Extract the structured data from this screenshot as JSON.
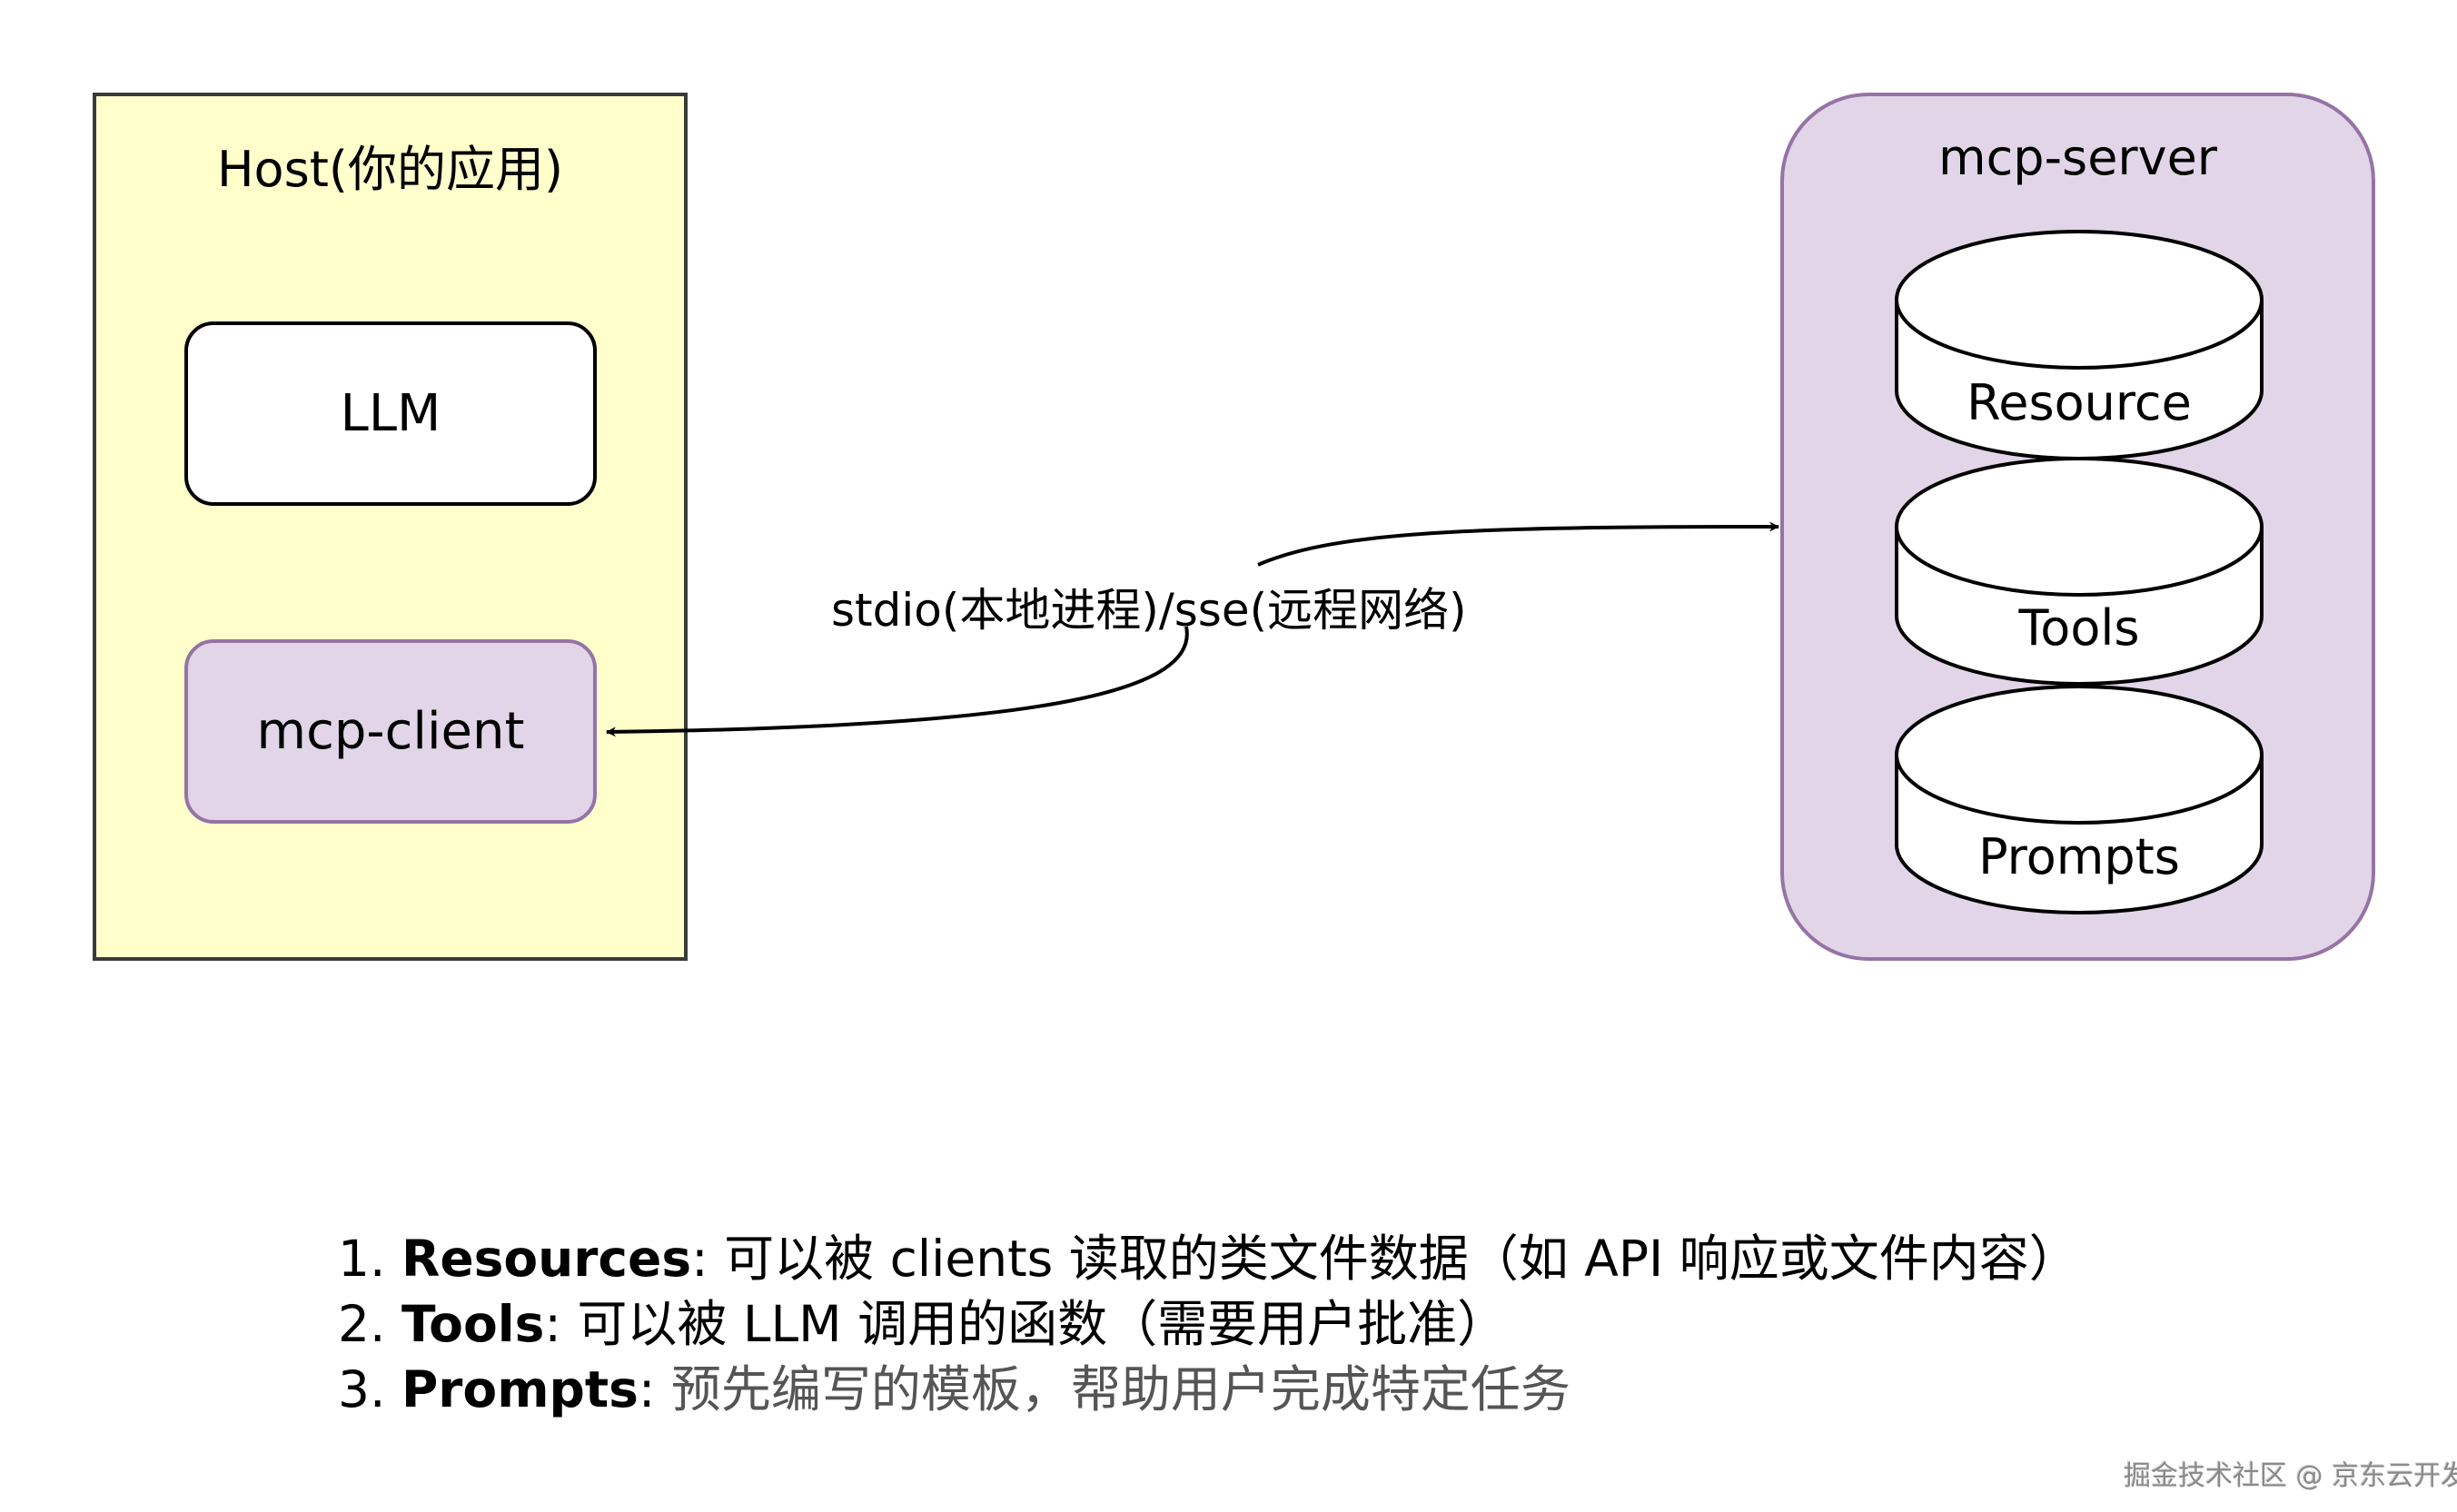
{
  "host": {
    "title": "Host(你的应用)",
    "fill": "#FFFFCC",
    "stroke": "#3A3A3A",
    "llm": {
      "label": "LLM",
      "fill": "#FFFFFF"
    },
    "client": {
      "label": "mcp-client",
      "fill": "#E1D5E7",
      "stroke": "#9673A6"
    }
  },
  "server": {
    "title": "mcp-server",
    "fill": "#E1D5E7",
    "stroke": "#9673A6",
    "cylinders": [
      {
        "label": "Resource"
      },
      {
        "label": "Tools"
      },
      {
        "label": "Prompts"
      }
    ]
  },
  "connection": {
    "label": "stdio(本地进程)/sse(远程网络)",
    "direction": "bidirectional"
  },
  "legend": [
    {
      "num": "1.",
      "term": "Resources",
      "sep": ": ",
      "desc": "可以被 clients 读取的类文件数据（如 API 响应或文件内容）",
      "desc_color": "#000000"
    },
    {
      "num": "2.",
      "term": "Tools",
      "sep": ": ",
      "desc": "可以被 LLM 调用的函数（需要用户批准）",
      "desc_color": "#000000"
    },
    {
      "num": "3.",
      "term": "Prompts",
      "sep": ": ",
      "desc": "预先编写的模板，帮助用户完成特定任务",
      "desc_color": "#555555"
    }
  ],
  "watermark": "掘金技术社区 @ 京东云开发者"
}
